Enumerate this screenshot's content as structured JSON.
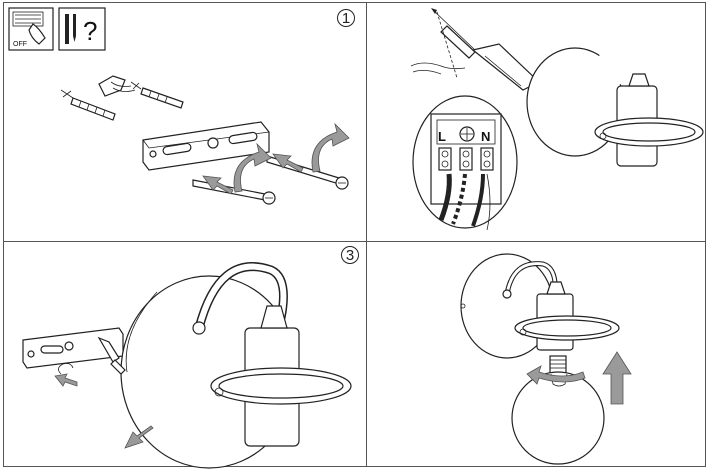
{
  "panels": {
    "top_left": {
      "step": "1",
      "switch_label": "OFF",
      "question_mark": "?"
    },
    "top_right": {
      "terminals": [
        "L",
        "N"
      ]
    },
    "bottom_left": {
      "step": "3"
    },
    "bottom_right": {}
  },
  "colors": {
    "line": "#222222",
    "arrow": "#9a9a9a"
  }
}
